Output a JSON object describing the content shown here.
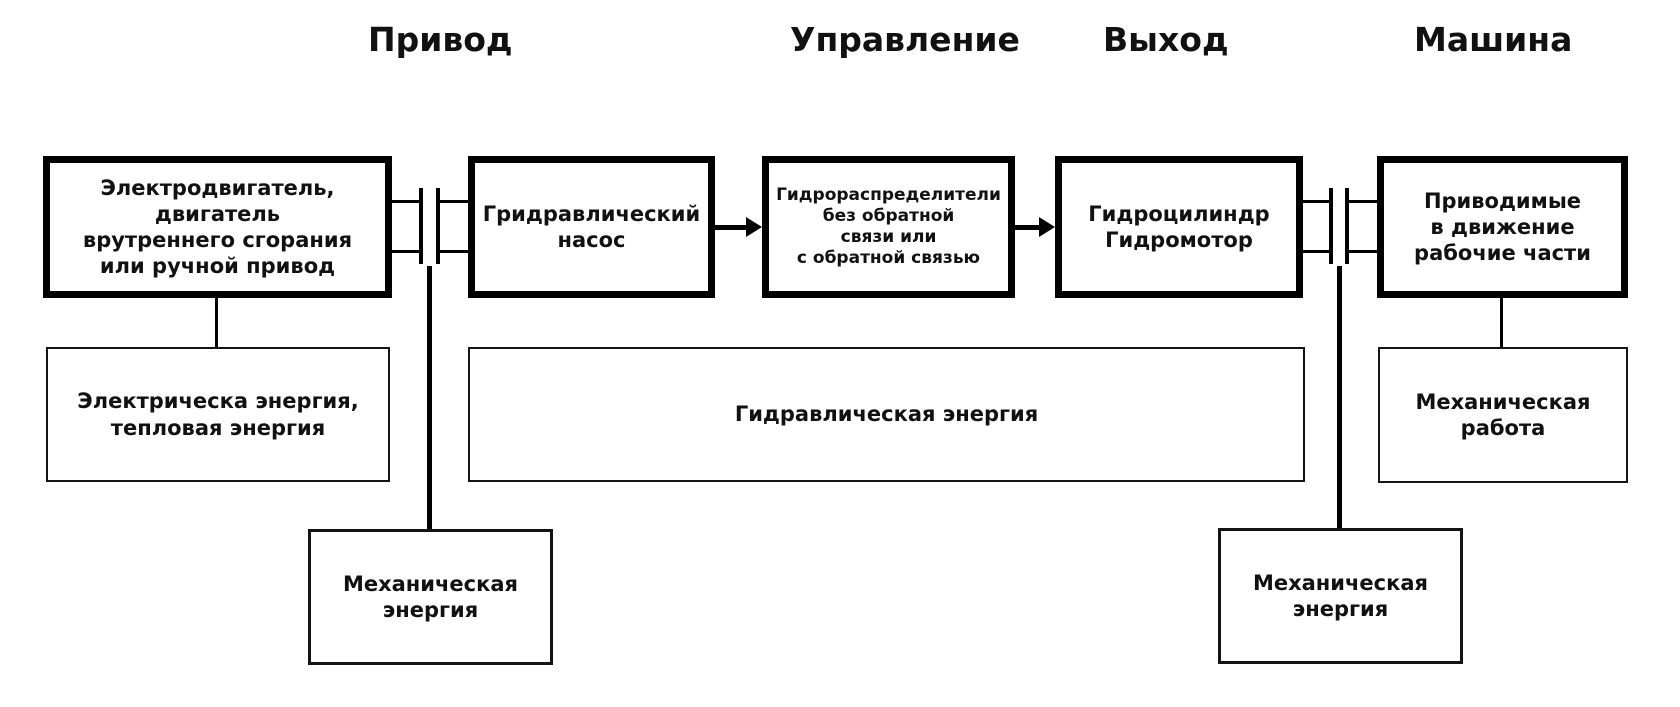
{
  "page": {
    "background": "#ffffff",
    "line_color": "#000000",
    "text_color": "#111111"
  },
  "headers": {
    "drive": "Привод",
    "control": "Управление",
    "output": "Выход",
    "machine": "Машина"
  },
  "blocks": {
    "drive_source": "Электродвигатель,\nдвигатель\nврутреннего сгорания\nили ручной привод",
    "pump": "Гридравлический\nнасос",
    "valves": "Гидрораспределители\nбез обратной\nсвязи или\nс обратной связью",
    "actuator": "Гидроцилиндр\nГидромотор",
    "working_parts": "Приводимые\nв движение\nрабочие части"
  },
  "energy": {
    "electrical_thermal": "Электрическа энергия,\nтепловая энергия",
    "hydraulic": "Гидравлическая энергия",
    "mechanical_work": "Механическая\nработа",
    "mechanical_energy_left": "Механическая\nэнергия",
    "mechanical_energy_right": "Механическая\nэнергия"
  }
}
